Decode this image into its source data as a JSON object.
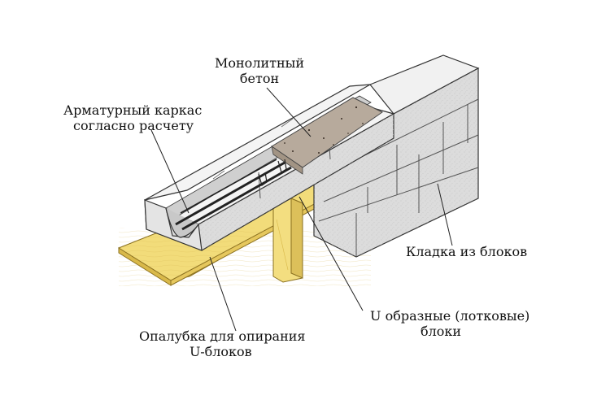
{
  "labels": {
    "concrete": {
      "line1": "Монолитный",
      "line2": "бетон"
    },
    "rebar": {
      "line1": "Арматурный каркас",
      "line2": "согласно расчету"
    },
    "masonry": {
      "line1": "Кладка из блоков"
    },
    "u_blocks": {
      "line1": "U образные (лотковые)",
      "line2": "блоки"
    },
    "formwork": {
      "line1": "Опалубка для опирания",
      "line2": "U-блоков"
    }
  },
  "colors": {
    "block_top": "#f1f1f1",
    "block_front": "#dcdcdc",
    "block_side": "#cfcfcf",
    "concrete": "#b7aa9c",
    "wood": "#f2dc7a",
    "wood_dark": "#d9b94a",
    "rebar": "#222222",
    "outline": "#333333",
    "leader": "#222222"
  }
}
